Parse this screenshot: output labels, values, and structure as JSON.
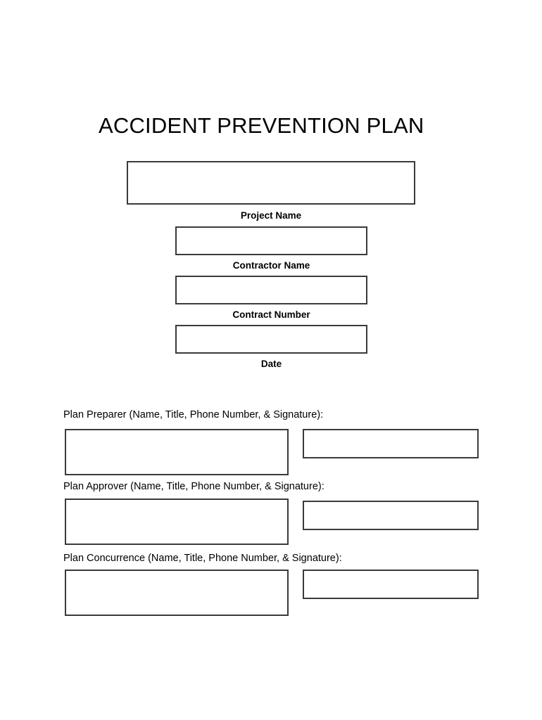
{
  "document": {
    "title": "ACCIDENT PREVENTION PLAN"
  },
  "header_fields": [
    {
      "caption": "Project Name",
      "value": "",
      "placeholder": ""
    },
    {
      "caption": "Contractor Name",
      "value": "",
      "placeholder": ""
    },
    {
      "caption": "Contract Number",
      "value": "",
      "placeholder": ""
    },
    {
      "caption": "Date",
      "value": "",
      "placeholder": ""
    }
  ],
  "signature_sections": [
    {
      "label": "Plan Preparer (Name, Title, Phone Number, & Signature):",
      "details_value": "",
      "signature_value": ""
    },
    {
      "label": "Plan Approver (Name, Title, Phone Number, & Signature):",
      "details_value": "",
      "signature_value": ""
    },
    {
      "label": "Plan Concurrence (Name, Title, Phone Number, & Signature):",
      "details_value": "",
      "signature_value": ""
    }
  ],
  "colors": {
    "page_background": "#ffffff",
    "text": "#000000",
    "box_border": "#3a3a3a"
  }
}
